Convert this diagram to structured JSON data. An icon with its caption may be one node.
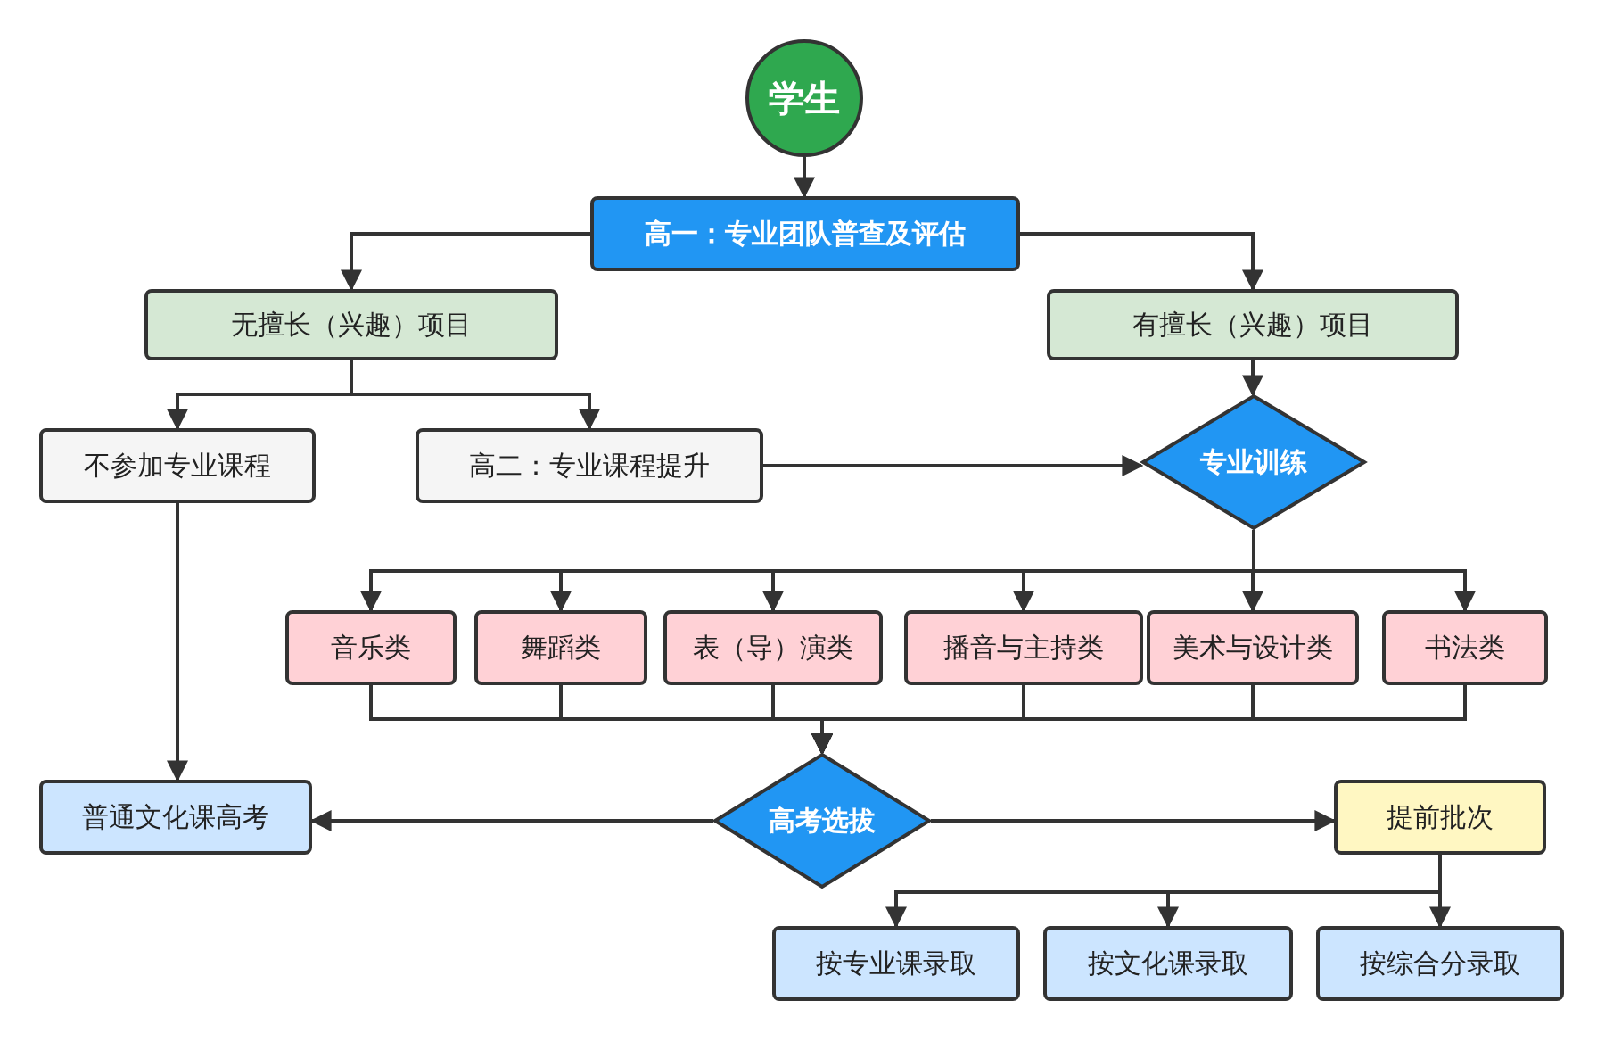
{
  "diagram": {
    "nodes": [
      {
        "text": [
          "学生"
        ]
      },
      {
        "text": [
          "高一：专业团队普查及评估"
        ]
      },
      {
        "text": [
          "无擅长（兴趣）项目"
        ]
      },
      {
        "text": [
          "有擅长（兴趣）项目"
        ]
      },
      {
        "text": [
          "不参加专业课程"
        ]
      },
      {
        "text": [
          "高二：专业课程提升"
        ]
      },
      {
        "text": [
          "专业训练"
        ]
      },
      {
        "text": [
          "音乐类"
        ]
      },
      {
        "text": [
          "舞蹈类"
        ]
      },
      {
        "text": [
          "表（导）演类"
        ]
      },
      {
        "text": [
          "播音与主持类"
        ]
      },
      {
        "text": [
          "美术与设计类"
        ]
      },
      {
        "text": [
          "书法类"
        ]
      },
      {
        "text": [
          "普通文化课高考"
        ]
      },
      {
        "text": [
          "高考选拔"
        ]
      },
      {
        "text": [
          "提前批次"
        ]
      },
      {
        "text": [
          "按专业课录取"
        ]
      },
      {
        "text": [
          "按文化课录取"
        ]
      },
      {
        "text": [
          "按综合分录取"
        ]
      }
    ],
    "edges": [
      {
        "from": 0,
        "to": 1,
        "arrow": "to"
      },
      {
        "from": 1,
        "to": 2,
        "arrow": "to"
      },
      {
        "from": 1,
        "to": 3,
        "arrow": "to"
      },
      {
        "from": 2,
        "to": 4,
        "arrow": "to"
      },
      {
        "from": 2,
        "to": 5,
        "arrow": "to"
      },
      {
        "from": 3,
        "to": 6,
        "arrow": "to"
      },
      {
        "from": 5,
        "to": 6,
        "arrow": "to"
      },
      {
        "from": 6,
        "to": 7,
        "arrow": "to"
      },
      {
        "from": 6,
        "to": 8,
        "arrow": "to"
      },
      {
        "from": 6,
        "to": 9,
        "arrow": "to"
      },
      {
        "from": 6,
        "to": 10,
        "arrow": "to"
      },
      {
        "from": 6,
        "to": 11,
        "arrow": "to"
      },
      {
        "from": 6,
        "to": 12,
        "arrow": "to"
      },
      {
        "from": 7,
        "to": 14,
        "arrow": "to"
      },
      {
        "from": 8,
        "to": 14,
        "arrow": "to"
      },
      {
        "from": 9,
        "to": 14,
        "arrow": "to"
      },
      {
        "from": 10,
        "to": 14,
        "arrow": "to"
      },
      {
        "from": 11,
        "to": 14,
        "arrow": "to"
      },
      {
        "from": 12,
        "to": 14,
        "arrow": "to"
      },
      {
        "from": 4,
        "to": 13,
        "arrow": "to"
      },
      {
        "from": 14,
        "to": 13,
        "arrow": "to"
      },
      {
        "from": 14,
        "to": 15,
        "arrow": "to"
      },
      {
        "from": 15,
        "to": 16,
        "arrow": "to"
      },
      {
        "from": 15,
        "to": 17,
        "arrow": "to"
      },
      {
        "from": 15,
        "to": 18,
        "arrow": "to"
      }
    ]
  }
}
